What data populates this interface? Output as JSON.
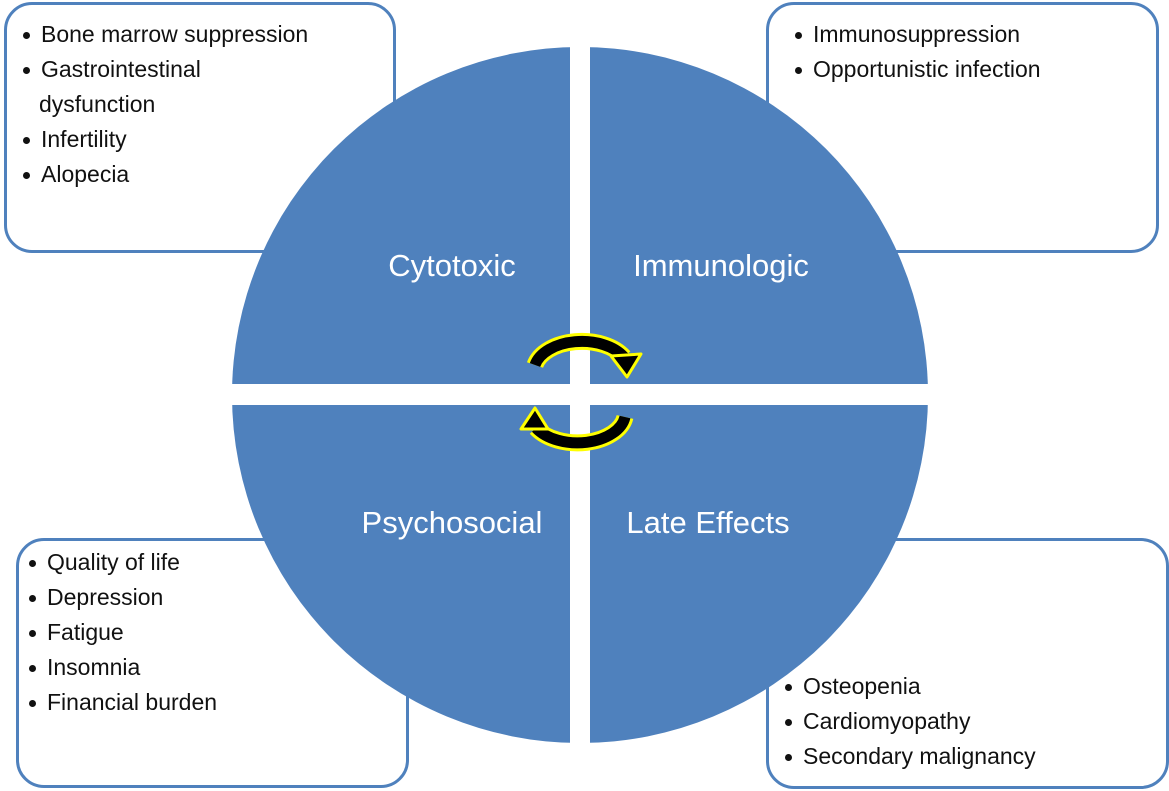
{
  "quadrants": {
    "cytotoxic": "Cytotoxic",
    "immunologic": "Immunologic",
    "psychosocial": "Psychosocial",
    "late_effects": "Late Effects"
  },
  "callouts": {
    "cytotoxic": [
      "Bone marrow suppression",
      "Gastrointestinal",
      "dysfunction",
      "Infertility",
      "Alopecia"
    ],
    "immunologic": [
      "Immunosuppression",
      "Opportunistic infection"
    ],
    "psychosocial": [
      "Quality of life",
      "Depression",
      "Fatigue",
      "Insomnia",
      "Financial burden"
    ],
    "late_effects": [
      "Osteopenia",
      "Cardiomyopathy",
      "Secondary malignancy"
    ]
  },
  "colors": {
    "quadrant_fill": "#4f81bd",
    "border": "#4f81bd",
    "arrow_fill": "#000000",
    "arrow_outline": "#ffff00",
    "label_text": "#ffffff"
  },
  "icons": {
    "cycle_arrow_top": "curved-arrow-right-icon",
    "cycle_arrow_bottom": "curved-arrow-left-icon"
  }
}
